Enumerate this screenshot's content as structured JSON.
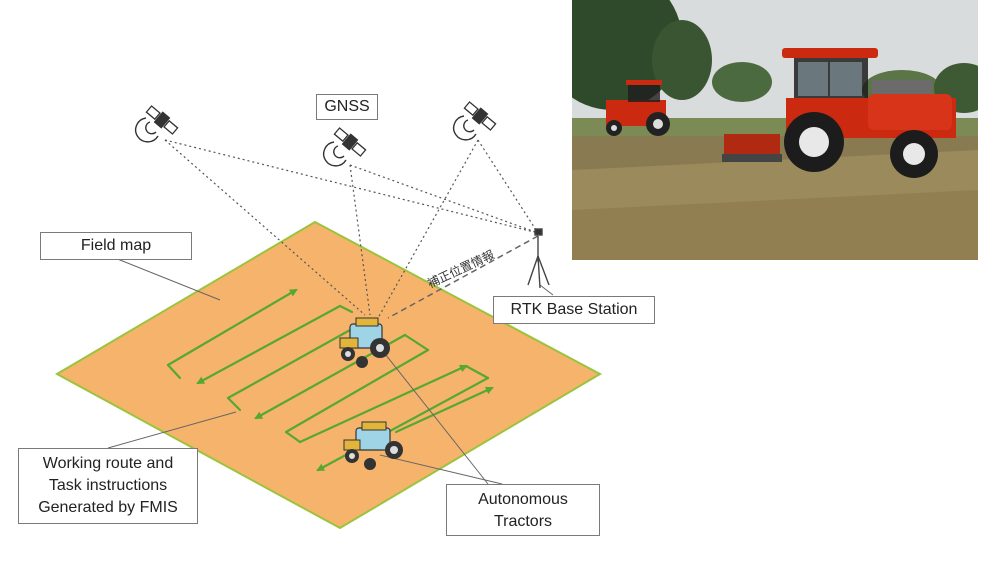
{
  "labels": {
    "gnss": "GNSS",
    "field_map": "Field map",
    "rtk_base_station": "RTK Base Station",
    "correction_text": "補正位置情報",
    "working_route": [
      "Working route and",
      "Task instructions",
      "Generated by FMIS"
    ],
    "autonomous_tractors": [
      "Autonomous",
      "Tractors"
    ]
  },
  "colors": {
    "field_fill": "#f6b36b",
    "field_border": "#9ac43c",
    "route": "#55a832",
    "dotted_line": "#555555",
    "tractor_body": "#9fd4e6",
    "tractor_accent": "#e0b53a",
    "photo_tractor": "#cc2a10"
  },
  "icons": [
    "satellite-icon",
    "tractor-icon",
    "tripod-antenna-icon"
  ]
}
